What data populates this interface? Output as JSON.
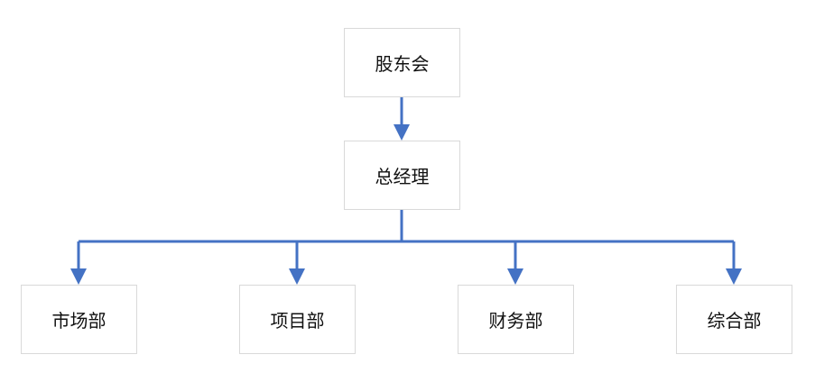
{
  "diagram": {
    "root": {
      "label": "股东会"
    },
    "manager": {
      "label": "总经理"
    },
    "departments": [
      {
        "label": "市场部"
      },
      {
        "label": "项目部"
      },
      {
        "label": "财务部"
      },
      {
        "label": "综合部"
      }
    ],
    "connector_color": "#4472C4"
  }
}
